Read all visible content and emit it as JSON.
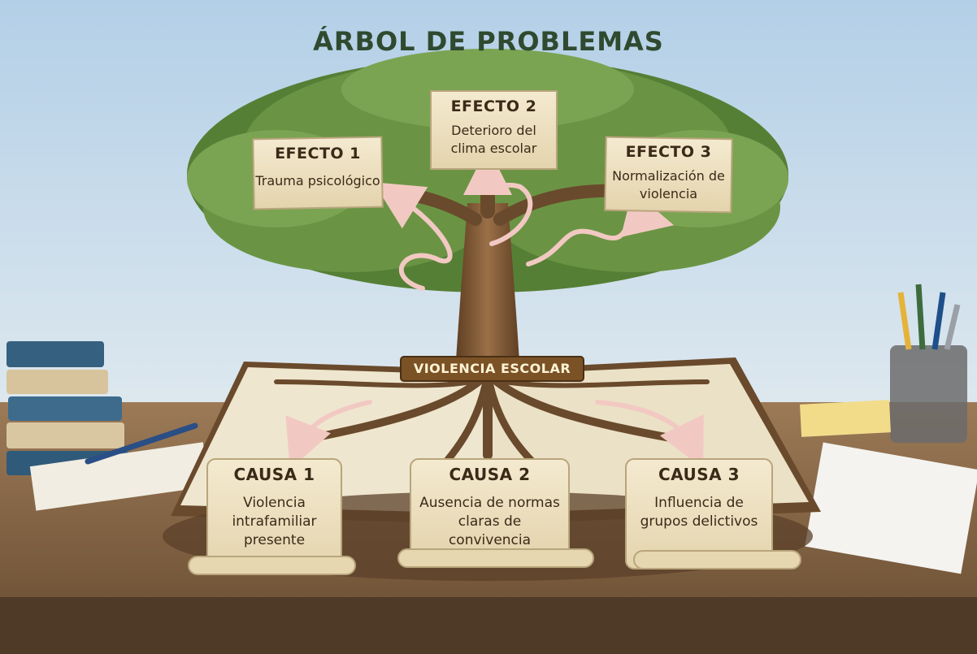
{
  "title": "ÁRBOL DE PROBLEMAS",
  "core_problem": "VIOLENCIA ESCOLAR",
  "effects": [
    {
      "label": "EFECTO 1",
      "text": "Trauma psicológico"
    },
    {
      "label": "EFECTO 2",
      "text": "Deterioro del clima escolar"
    },
    {
      "label": "EFECTO 3",
      "text": "Normalización de violencia"
    }
  ],
  "causes": [
    {
      "label": "CAUSA 1",
      "text": "Violencia intrafamiliar presente"
    },
    {
      "label": "CAUSA 2",
      "text": "Ausencia de normas claras de convivencia"
    },
    {
      "label": "CAUSA 3",
      "text": "Influencia de grupos delictivos"
    }
  ],
  "colors": {
    "sky": "#bcd6ea",
    "foliage": "#5f8a3c",
    "trunk": "#7a5230",
    "desk": "#8a6a4a",
    "parchment": "#efe3c4",
    "arrow": "#f2c9c2",
    "title": "#2f4a2f"
  }
}
